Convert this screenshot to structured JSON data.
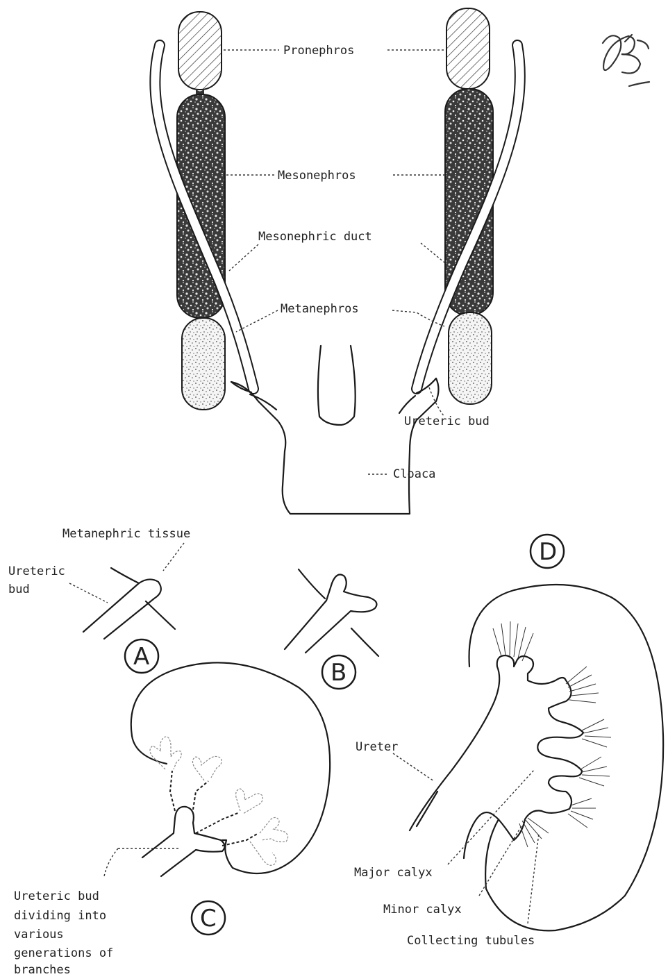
{
  "labels": {
    "pronephros": "Pronephros",
    "mesonephros": "Mesonephros",
    "mesonephric_duct": "Mesonephric duct",
    "metanephros": "Metanephros",
    "ureteric_bud": "Ureteric bud",
    "cloaca": "Cloaca",
    "metanephric_tissue": "Metanephric tissue",
    "ureteric_bud_a_line1": "Ureteric",
    "ureteric_bud_a_line2": "bud",
    "ureter": "Ureter",
    "major_calyx": "Major calyx",
    "minor_calyx": "Minor calyx",
    "collecting_tubules": "Collecting tubules",
    "dividing_line1": "Ureteric bud",
    "dividing_line2": "dividing into",
    "dividing_line3": "various",
    "dividing_line4": "generations of",
    "dividing_line5": "branches"
  },
  "panels": {
    "a": "A",
    "b": "B",
    "c": "C",
    "d": "D"
  },
  "signature": "JB"
}
